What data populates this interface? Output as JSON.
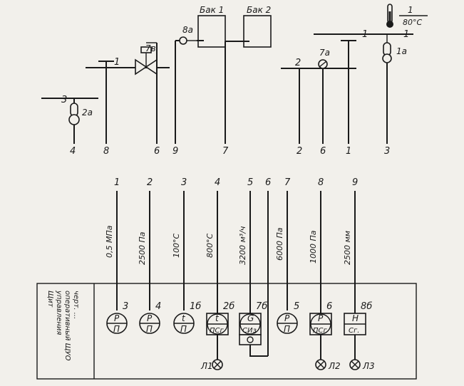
{
  "tags": {
    "tank1": "Бак 1",
    "tank2": "Бак 2",
    "therm_top_num": "1",
    "therm_top_temp": "80°С"
  },
  "field": {
    "pipe_labels": {
      "p3": "3",
      "p1a": "1",
      "p1b": "1",
      "p1c": "1",
      "p2": "2"
    },
    "device_labels": {
      "d2a": "2а",
      "d7v": "7в",
      "d8a": "8а",
      "d7a": "7а",
      "d1a": "1а"
    },
    "line_numbers": [
      "4",
      "8",
      "6",
      "9",
      "7",
      "2",
      "6",
      "1",
      "3"
    ]
  },
  "links": {
    "numbers": [
      "1",
      "2",
      "3",
      "4",
      "5",
      "6",
      "7",
      "8",
      "9"
    ],
    "values": [
      "0,5 МПа",
      "2500 Па",
      "100°С",
      "800°С",
      "3200 м³/ч",
      "6000 Па",
      "1000 Па",
      "2500 мм"
    ]
  },
  "panel": {
    "title_lines": [
      "Щит",
      "управления",
      "оперативный ЩУО",
      "черт. ..."
    ],
    "positions": [
      "3",
      "4",
      "1б",
      "2б",
      "7б",
      "5",
      "6",
      "8б"
    ],
    "instruments": [
      {
        "top": "P",
        "bottom": "П"
      },
      {
        "top": "P",
        "bottom": "П"
      },
      {
        "top": "t",
        "bottom": "П"
      },
      {
        "top": "t",
        "bottom": "ПСг"
      },
      {
        "top": "G",
        "bottom": "СИз"
      },
      {
        "top": "P",
        "bottom": "П"
      },
      {
        "top": "P",
        "bottom": "ПСг"
      },
      {
        "top": "H",
        "bottom": "Сг."
      }
    ],
    "lamps": [
      "Л1",
      "Л2",
      "Л3"
    ]
  }
}
